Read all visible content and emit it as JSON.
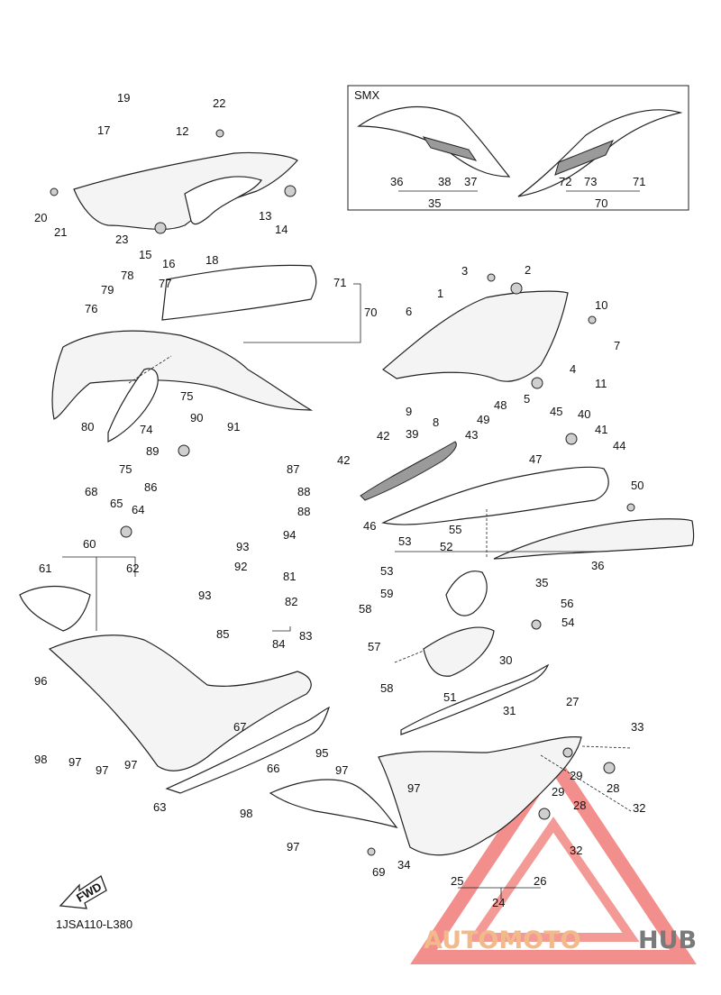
{
  "diagram": {
    "code": "1JSA110-L380",
    "fwd_label": "FWD",
    "inset_label": "SMX",
    "watermark": {
      "part1": "AUTOMOTO",
      "part2": "HUB",
      "color1": "#f2b98a",
      "color2": "#7a7a7a",
      "triangle_color": "#e8332e"
    },
    "callouts": [
      "1",
      "2",
      "3",
      "4",
      "5",
      "6",
      "7",
      "8",
      "9",
      "10",
      "11",
      "12",
      "13",
      "14",
      "15",
      "16",
      "17",
      "18",
      "19",
      "20",
      "21",
      "22",
      "23",
      "24",
      "25",
      "26",
      "27",
      "28",
      "28",
      "29",
      "29",
      "30",
      "31",
      "32",
      "32",
      "33",
      "34",
      "35",
      "35",
      "36",
      "36",
      "37",
      "38",
      "39",
      "40",
      "41",
      "42",
      "42",
      "43",
      "44",
      "45",
      "46",
      "47",
      "48",
      "49",
      "50",
      "51",
      "52",
      "53",
      "53",
      "54",
      "55",
      "56",
      "57",
      "58",
      "58",
      "59",
      "60",
      "61",
      "62",
      "63",
      "64",
      "65",
      "66",
      "67",
      "68",
      "69",
      "70",
      "70",
      "71",
      "71",
      "72",
      "73",
      "74",
      "75",
      "75",
      "76",
      "77",
      "78",
      "79",
      "80",
      "81",
      "82",
      "83",
      "84",
      "85",
      "86",
      "87",
      "88",
      "88",
      "89",
      "90",
      "91",
      "92",
      "93",
      "93",
      "94",
      "95",
      "96",
      "97",
      "97",
      "97",
      "97",
      "97",
      "97",
      "98",
      "98"
    ]
  }
}
